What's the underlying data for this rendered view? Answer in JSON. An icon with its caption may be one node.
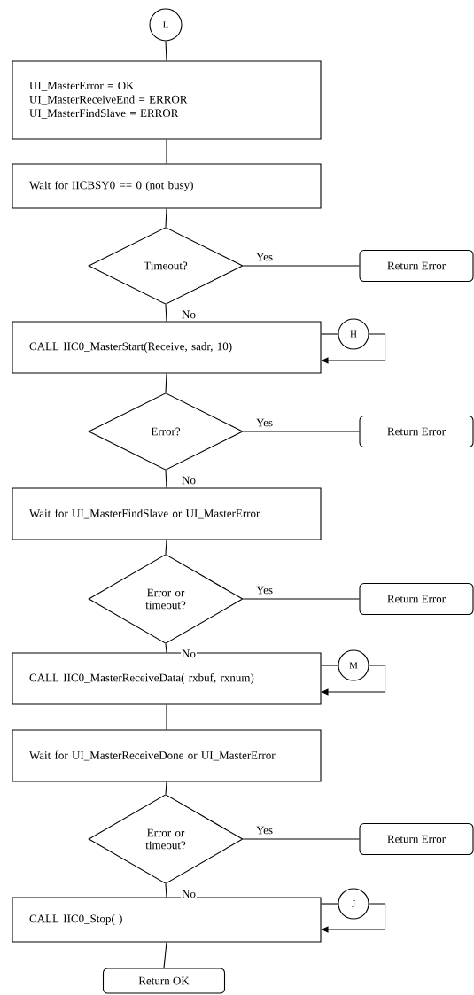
{
  "diagram": {
    "nodes": [
      {
        "text": [
          "L"
        ]
      },
      {
        "text": [
          "UI_MasterError = OK",
          "UI_MasterReceiveEnd = ERROR",
          "UI_MasterFindSlave = ERROR"
        ]
      },
      {
        "text": [
          "Wait for IICBSY0 == 0 (not busy)"
        ]
      },
      {
        "text": [
          "Timeout?"
        ]
      },
      {
        "text": [
          "Return Error"
        ]
      },
      {
        "text": [
          "CALL IIC0_MasterStart(Receive, sadr, 10)"
        ]
      },
      {
        "text": [
          "H"
        ]
      },
      {
        "text": [
          "Error?"
        ]
      },
      {
        "text": [
          "Return Error"
        ]
      },
      {
        "text": [
          "Wait for UI_MasterFindSlave or UI_MasterError"
        ]
      },
      {
        "text": [
          "Error or timeout?"
        ]
      },
      {
        "text": [
          "Return Error"
        ]
      },
      {
        "text": [
          "CALL IIC0_MasterReceiveData( rxbuf, rxnum)"
        ]
      },
      {
        "text": [
          "M"
        ]
      },
      {
        "text": [
          "Wait for UI_MasterReceiveDone or UI_MasterError"
        ]
      },
      {
        "text": [
          "Error or timeout?"
        ]
      },
      {
        "text": [
          "Return Error"
        ]
      },
      {
        "text": [
          "CALL IIC0_Stop( )"
        ]
      },
      {
        "text": [
          "J"
        ]
      },
      {
        "text": [
          "Return OK"
        ]
      }
    ],
    "edges": [
      {
        "from": 0,
        "to": 1,
        "arrow": "none"
      },
      {
        "from": 1,
        "to": 2,
        "arrow": "none"
      },
      {
        "from": 2,
        "to": 3,
        "arrow": "none"
      },
      {
        "from": 3,
        "to": 4,
        "arrow": "none",
        "label": "Yes"
      },
      {
        "from": 3,
        "to": 5,
        "arrow": "none",
        "label": "No"
      },
      {
        "from": 5,
        "to": 6,
        "arrow": "none"
      },
      {
        "from": 6,
        "to": 5,
        "arrow": "to"
      },
      {
        "from": 5,
        "to": 7,
        "arrow": "none"
      },
      {
        "from": 7,
        "to": 8,
        "arrow": "none",
        "label": "Yes"
      },
      {
        "from": 7,
        "to": 9,
        "arrow": "none",
        "label": "No"
      },
      {
        "from": 9,
        "to": 10,
        "arrow": "none"
      },
      {
        "from": 10,
        "to": 11,
        "arrow": "none",
        "label": "Yes"
      },
      {
        "from": 10,
        "to": 12,
        "arrow": "none",
        "label": "No"
      },
      {
        "from": 12,
        "to": 13,
        "arrow": "none"
      },
      {
        "from": 13,
        "to": 12,
        "arrow": "to"
      },
      {
        "from": 12,
        "to": 14,
        "arrow": "none"
      },
      {
        "from": 14,
        "to": 15,
        "arrow": "none"
      },
      {
        "from": 15,
        "to": 16,
        "arrow": "none",
        "label": "Yes"
      },
      {
        "from": 15,
        "to": 17,
        "arrow": "none",
        "label": "No"
      },
      {
        "from": 17,
        "to": 18,
        "arrow": "none"
      },
      {
        "from": 18,
        "to": 17,
        "arrow": "to"
      },
      {
        "from": 17,
        "to": 19,
        "arrow": "none"
      }
    ]
  }
}
